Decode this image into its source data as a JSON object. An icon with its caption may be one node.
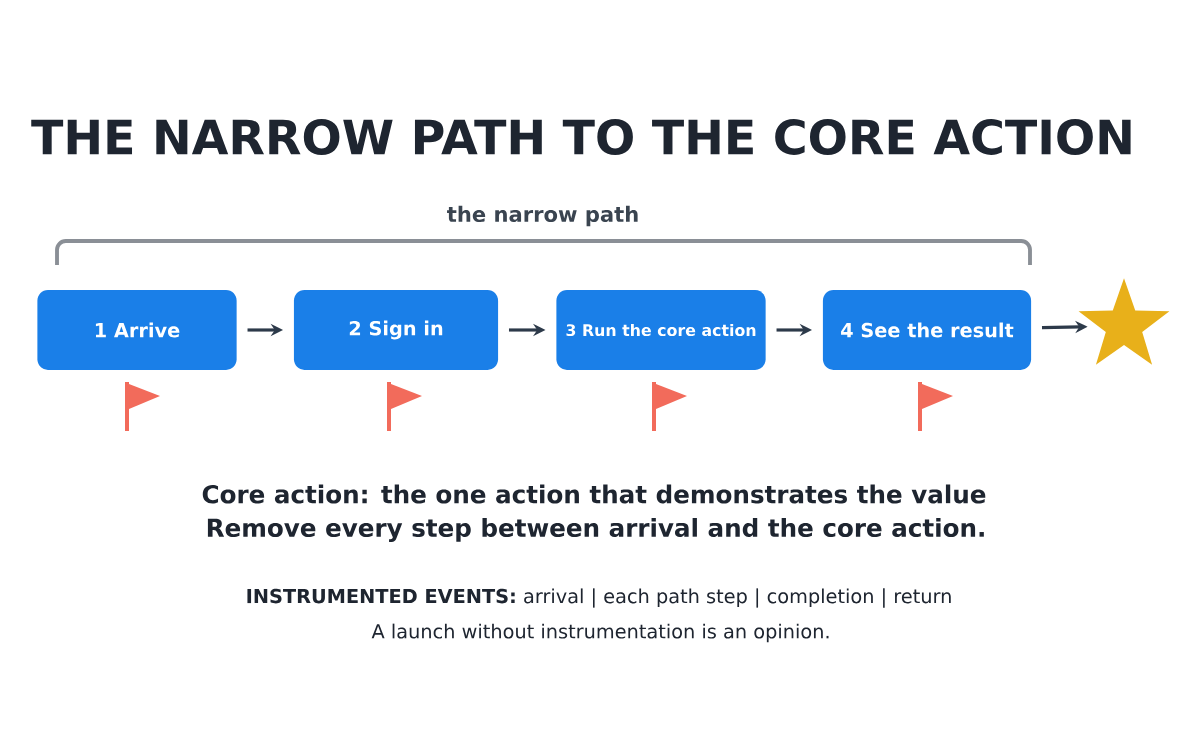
{
  "diagram": {
    "title": "THE NARROW PATH TO THE CORE ACTION",
    "nodes": [
      {
        "text": [
          "1 Arrive"
        ]
      },
      {
        "text": [
          "2 Sign in"
        ]
      },
      {
        "text": [
          "3 Run the core action"
        ]
      },
      {
        "text": [
          "4 See the result"
        ]
      },
      {
        "text": [],
        "shape": "star"
      }
    ],
    "edges": [
      {
        "from": 0,
        "to": 1,
        "arrow": "to"
      },
      {
        "from": 1,
        "to": 2,
        "arrow": "to"
      },
      {
        "from": 2,
        "to": 3,
        "arrow": "to"
      },
      {
        "from": 3,
        "to": 4,
        "arrow": "to"
      }
    ],
    "labels": [
      "the narrow path",
      "Core action: the one action that demonstrates the value",
      "Remove every step between arrival and the core action.",
      "**INSTRUMENTED EVENTS:** arrival | each path step | completion | return",
      "A launch without instrumentation is an opinion."
    ]
  }
}
